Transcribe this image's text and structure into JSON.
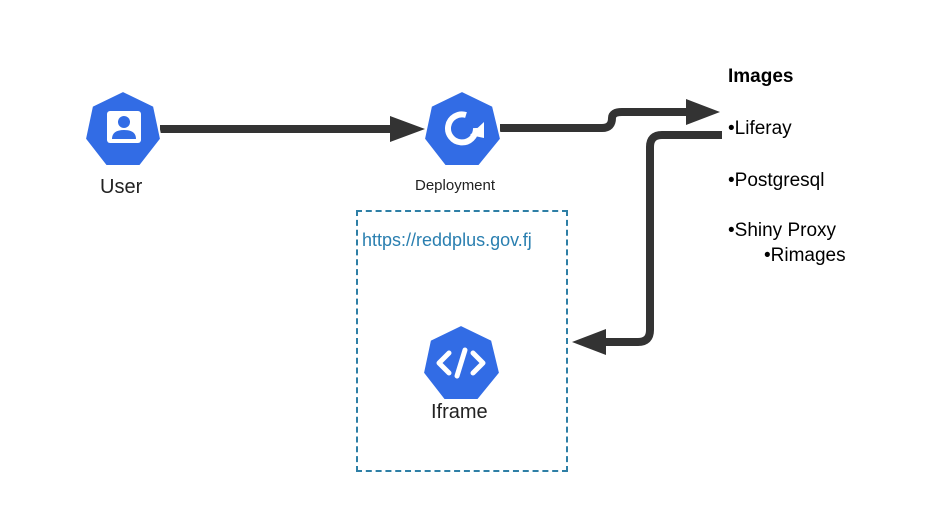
{
  "nodes": {
    "user": {
      "label": "User",
      "icon": "user-icon"
    },
    "deployment": {
      "label": "Deployment",
      "icon": "deployment-icon"
    },
    "iframe": {
      "label": "Iframe",
      "icon": "code-icon"
    }
  },
  "iframe_group": {
    "url": "https://reddplus.gov.fj"
  },
  "images": {
    "title": "Images",
    "items": [
      "•Liferay",
      "•Postgresql",
      "•Shiny Proxy",
      "•Rimages"
    ]
  },
  "colors": {
    "k8s_blue": "#326ce5",
    "arrow": "#333333",
    "dashed_border": "#2e7fa6",
    "url_text": "#2a7fb0"
  }
}
